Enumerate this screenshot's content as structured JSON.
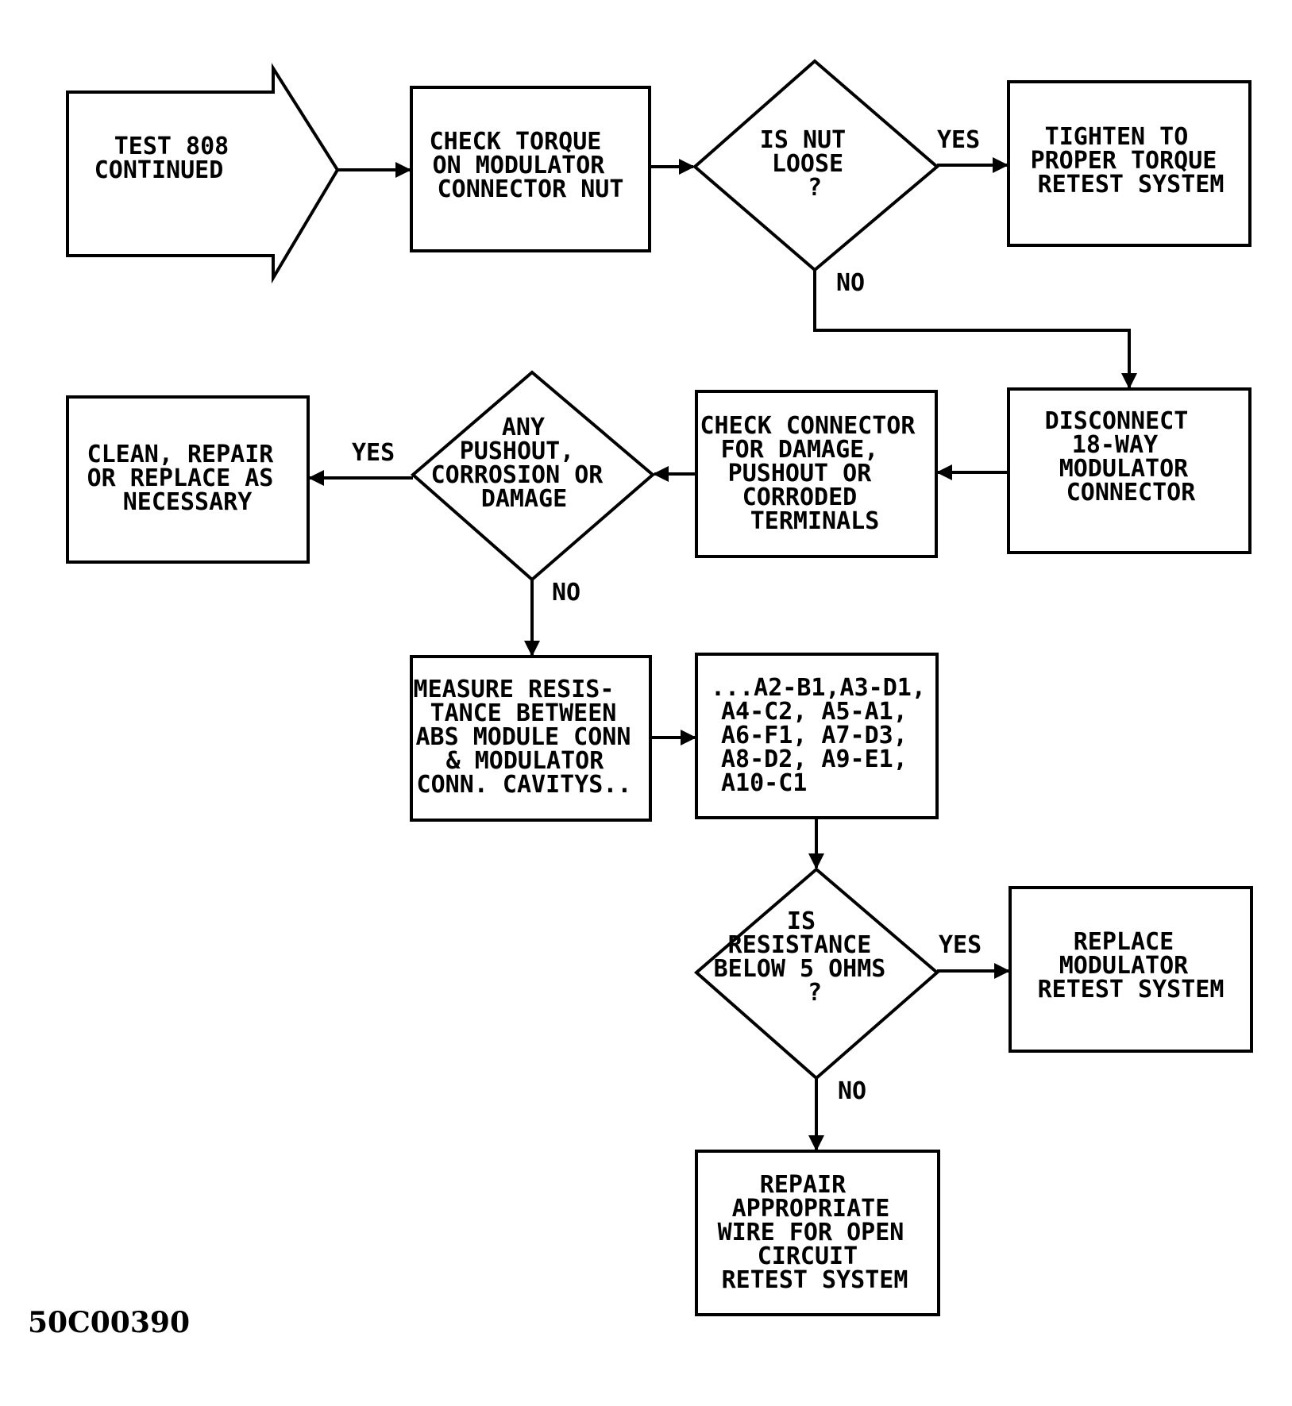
{
  "nodes": {
    "start": [
      "TEST 808",
      "CONTINUED"
    ],
    "check_torque": [
      "CHECK TORQUE",
      "ON MODULATOR",
      "CONNECTOR NUT"
    ],
    "nut_loose": [
      "IS NUT",
      "LOOSE",
      "?"
    ],
    "tighten": [
      "TIGHTEN TO",
      "PROPER TORQUE",
      "RETEST SYSTEM"
    ],
    "disconnect": [
      "DISCONNECT",
      "18-WAY",
      "MODULATOR",
      "CONNECTOR"
    ],
    "check_connector": [
      "CHECK CONNECTOR",
      "FOR DAMAGE,",
      "PUSHOUT OR",
      "CORRODED",
      "TERMINALS"
    ],
    "any_damage": [
      "ANY",
      "PUSHOUT,",
      "CORROSION OR",
      "DAMAGE"
    ],
    "clean_repair": [
      "CLEAN, REPAIR",
      "OR REPLACE AS",
      "NECESSARY"
    ],
    "measure": [
      "MEASURE RESIS-",
      "TANCE BETWEEN",
      "ABS MODULE CONN",
      "& MODULATOR",
      "CONN. CAVITYS.."
    ],
    "pairs": [
      "...A2-B1,A3-D1,",
      "A4-C2, A5-A1,",
      "A6-F1, A7-D3,",
      "A8-D2, A9-E1,",
      "A10-C1"
    ],
    "resistance": [
      "IS",
      "RESISTANCE",
      "BELOW 5 OHMS",
      "?"
    ],
    "replace_modulator": [
      "REPLACE",
      "MODULATOR",
      "RETEST SYSTEM"
    ],
    "repair_wire": [
      "REPAIR",
      "APPROPRIATE",
      "WIRE FOR OPEN",
      "CIRCUIT",
      "RETEST SYSTEM"
    ]
  },
  "labels": {
    "yes_1": "YES",
    "no_1": "NO",
    "yes_2": "YES",
    "no_2": "NO",
    "yes_3": "YES",
    "no_3": "NO"
  },
  "figure_id": "50C00390"
}
